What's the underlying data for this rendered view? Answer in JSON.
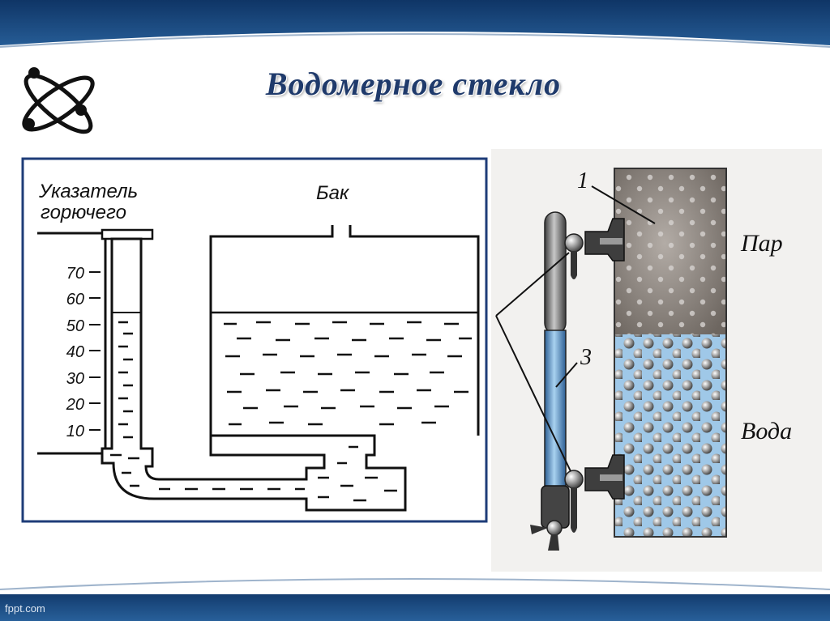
{
  "slide": {
    "title": "Водомерное стекло",
    "footer": "fppt.com",
    "logo_icon": "atom-icon",
    "colors": {
      "banner": "#1c4a7e",
      "title": "#1f3a6b",
      "frame": "#1e3c78",
      "water": "#9fc8e8",
      "steam": "#7c7570"
    }
  },
  "fuel_gauge": {
    "indicator_label_line1": "Указатель",
    "indicator_label_line2": "горючего",
    "tank_label": "Бак",
    "scale": [
      "70",
      "60",
      "50",
      "40",
      "30",
      "20",
      "10"
    ]
  },
  "water_gauge": {
    "label_1": "1",
    "label_3": "3",
    "steam_label": "Пар",
    "water_label": "Вода"
  }
}
